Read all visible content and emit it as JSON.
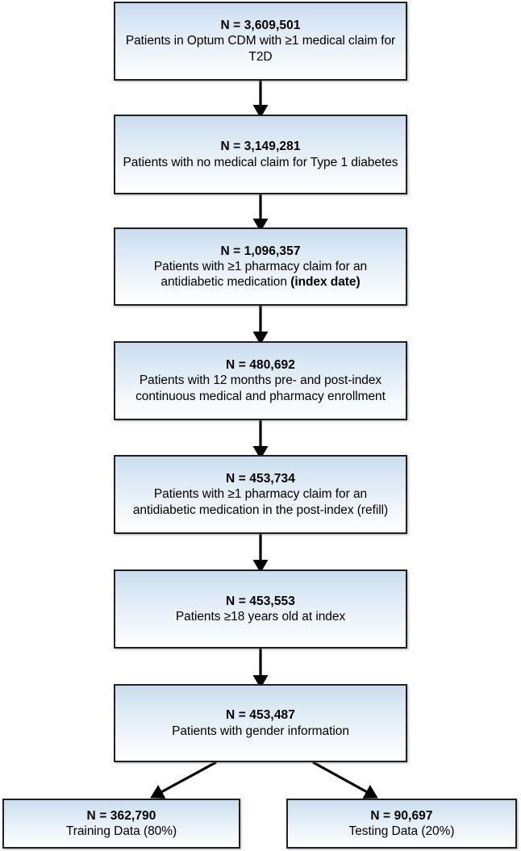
{
  "chart_data": {
    "type": "diagram",
    "title": "Patient cohort attrition flow diagram",
    "orientation": "top-to-bottom",
    "nodes": [
      {
        "id": "node-1",
        "count": "N = 3,609,501",
        "description": "Patients in Optum CDM with ≥1 medical claim for T2D",
        "value": 3609501
      },
      {
        "id": "node-2",
        "count": "N = 3,149,281",
        "description": "Patients with no medical claim for Type 1 diabetes",
        "value": 3149281
      },
      {
        "id": "node-3",
        "count": "N = 1,096,357",
        "description_pre": "Patients with ≥1 pharmacy claim for an antidiabetic medication ",
        "description_bold": "(index date)",
        "value": 1096357
      },
      {
        "id": "node-4",
        "count": "N = 480,692",
        "description": "Patients with 12 months pre- and post-index continuous medical and pharmacy enrollment",
        "value": 480692
      },
      {
        "id": "node-5",
        "count": "N = 453,734",
        "description": "Patients with ≥1 pharmacy claim for an antidiabetic medication in the post-index (refill)",
        "value": 453734
      },
      {
        "id": "node-6",
        "count": "N = 453,553",
        "description": "Patients ≥18 years old at index",
        "value": 453553
      },
      {
        "id": "node-7",
        "count": "N = 453,487",
        "description": "Patients with gender information",
        "value": 453487
      },
      {
        "id": "node-8",
        "count": "N = 362,790",
        "description": "Training Data (80%)",
        "value": 362790,
        "split_percent": 80
      },
      {
        "id": "node-9",
        "count": "N = 90,697",
        "description": "Testing Data (20%)",
        "value": 90697,
        "split_percent": 20
      }
    ],
    "edges": [
      {
        "from": "node-1",
        "to": "node-2",
        "style": "straight-arrow"
      },
      {
        "from": "node-2",
        "to": "node-3",
        "style": "straight-arrow"
      },
      {
        "from": "node-3",
        "to": "node-4",
        "style": "straight-arrow"
      },
      {
        "from": "node-4",
        "to": "node-5",
        "style": "straight-arrow"
      },
      {
        "from": "node-5",
        "to": "node-6",
        "style": "straight-arrow"
      },
      {
        "from": "node-6",
        "to": "node-7",
        "style": "straight-arrow"
      },
      {
        "from": "node-7",
        "to": "node-8",
        "style": "diagonal-arrow-left"
      },
      {
        "from": "node-7",
        "to": "node-9",
        "style": "diagonal-arrow-right"
      }
    ],
    "colors": {
      "node_border": "#231f20",
      "node_fill_top": "#c9dcee",
      "node_fill_bottom": "#fdfeff",
      "connector": "#000000",
      "text": "#000000",
      "background": "#ffffff"
    }
  }
}
